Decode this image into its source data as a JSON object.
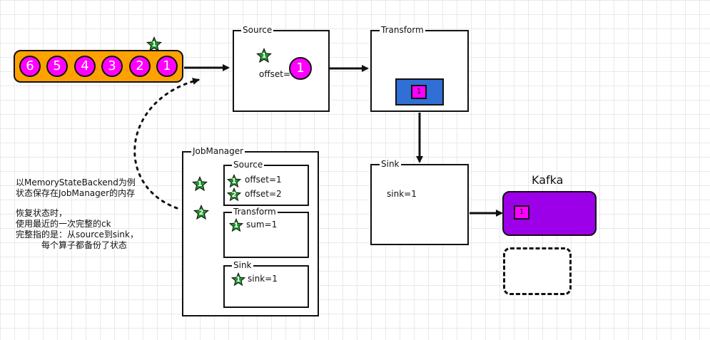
{
  "stream": {
    "records": [
      "6",
      "5",
      "4",
      "3",
      "2",
      "1"
    ],
    "barrier_label": "1"
  },
  "source": {
    "title": "Source",
    "star_label": "1",
    "offset_label": "offset=",
    "record_label": "1"
  },
  "transform": {
    "title": "Transform",
    "record_label": "1"
  },
  "sink": {
    "title": "Sink",
    "text": "sink=1"
  },
  "kafka": {
    "title": "Kafka",
    "record_label": "1"
  },
  "jobmanager": {
    "title": "JobManager",
    "star1_label": "1",
    "star2_label": "2",
    "source": {
      "title": "Source",
      "rows": [
        {
          "star": "1",
          "text": "offset=1"
        },
        {
          "star": "2",
          "text": "offset=2"
        }
      ]
    },
    "transform": {
      "title": "Transform",
      "star": "1",
      "text": "sum=1"
    },
    "sink": {
      "title": "Sink",
      "star": "1",
      "text": "sink=1"
    }
  },
  "notes": {
    "line1": "以MemoryStateBackend为例",
    "line2": "状态保存在JobManager的内存",
    "line3": "恢复状态时，",
    "line4": "使用最近的一次完整的ck",
    "line5": "完整指的是：从source到sink，",
    "line6": "每个算子都备份了状态"
  },
  "colors": {
    "stream_bar": "#ffa100",
    "record": "#ff00ff",
    "star": "#1b9a2a",
    "transform_fill": "#2f6fd6",
    "kafka": "#9c00e8"
  }
}
